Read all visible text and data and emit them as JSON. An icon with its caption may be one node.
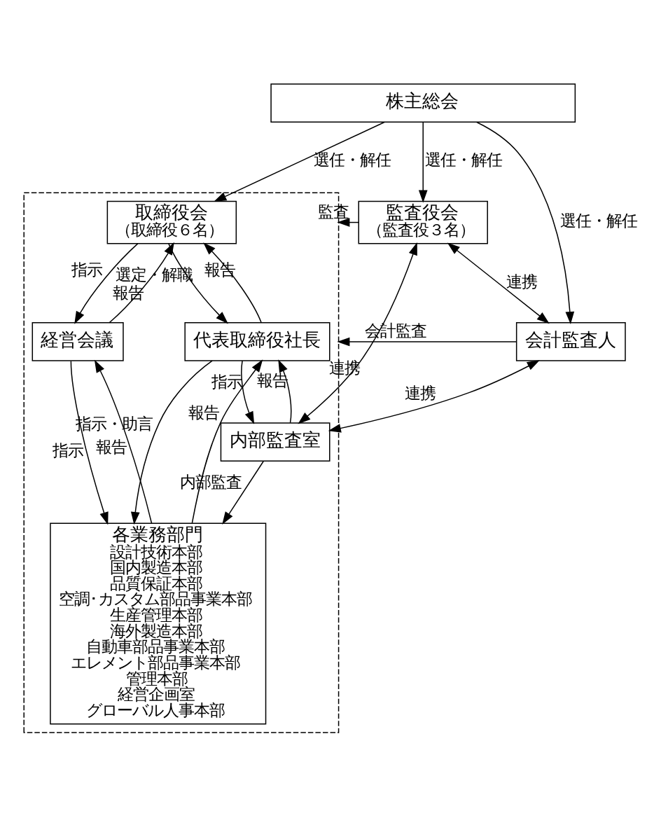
{
  "diagram": {
    "nodes": [
      {
        "text": [
          "株主総会"
        ]
      },
      {
        "text": [],
        "shape": "box"
      },
      {
        "text": [
          "取締役会",
          "（取締役６名）"
        ],
        "in": 1
      },
      {
        "text": [
          "監査役会",
          "（監査役３名）"
        ]
      },
      {
        "text": [
          "代表取締役社長"
        ],
        "in": 1
      },
      {
        "text": [
          "会計監査人"
        ]
      },
      {
        "text": [
          "経営会議"
        ],
        "in": 1
      },
      {
        "text": [
          "内部監査室"
        ],
        "in": 1
      },
      {
        "text": [
          "各業務部門",
          "設計技術本部",
          "国内製造本部",
          "品質保証本部",
          "空調･カスタム部品事業本部",
          "生産管理本部",
          "海外製造本部",
          "自動車部品事業本部",
          "エレメント部品事業本部",
          "管理本部",
          "経営企画室",
          "グローバル人事本部"
        ],
        "in": 1
      }
    ],
    "edges": [
      {
        "from": 0,
        "to": 2,
        "arrow": "to",
        "label": "選任・解任"
      },
      {
        "from": 0,
        "to": 3,
        "arrow": "to",
        "label": "選任・解任"
      },
      {
        "from": 0,
        "to": 5,
        "arrow": "to",
        "label": "選任・解任"
      },
      {
        "from": 3,
        "to": 1,
        "arrow": "to",
        "label": "監査"
      },
      {
        "from": 3,
        "to": 5,
        "arrow": "both",
        "label": "連携"
      },
      {
        "from": 5,
        "to": 1,
        "arrow": "to",
        "label": "会計監査"
      },
      {
        "from": 6,
        "to": 2,
        "arrow": "to",
        "label": "報告"
      },
      {
        "from": 2,
        "to": 6,
        "arrow": "to",
        "label": "指示"
      },
      {
        "from": 4,
        "to": 2,
        "arrow": "to",
        "label": "報告"
      },
      {
        "from": 2,
        "to": 4,
        "arrow": "to",
        "label": "選定・解職"
      },
      {
        "from": 7,
        "to": 4,
        "arrow": "to",
        "label": "報告"
      },
      {
        "from": 4,
        "to": 7,
        "arrow": "to",
        "label": "指示"
      },
      {
        "from": 4,
        "to": 8,
        "arrow": "to",
        "label": "指示・助言"
      },
      {
        "from": 8,
        "to": 4,
        "arrow": "to",
        "label": "報告"
      },
      {
        "from": 8,
        "to": 6,
        "arrow": "to",
        "label": "報告"
      },
      {
        "from": 6,
        "to": 8,
        "arrow": "to",
        "label": "指示"
      },
      {
        "from": 5,
        "to": 7,
        "arrow": "both",
        "label": "連携"
      },
      {
        "from": 3,
        "to": 7,
        "arrow": "both",
        "label": "連携"
      },
      {
        "from": 7,
        "to": 8,
        "arrow": "to",
        "label": "内部監査"
      }
    ]
  }
}
